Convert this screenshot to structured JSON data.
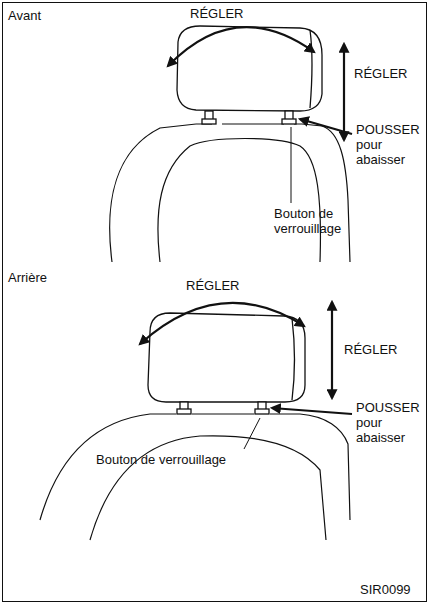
{
  "diagram": {
    "labels": [
      "Avant",
      "RÉGLER",
      "RÉGLER",
      "POUSSER pour abaisser",
      "Bouton de verrouillage",
      "Arrière",
      "RÉGLER",
      "RÉGLER",
      "POUSSER pour abaisser",
      "Bouton de verrouillage",
      "SIR0099"
    ]
  }
}
